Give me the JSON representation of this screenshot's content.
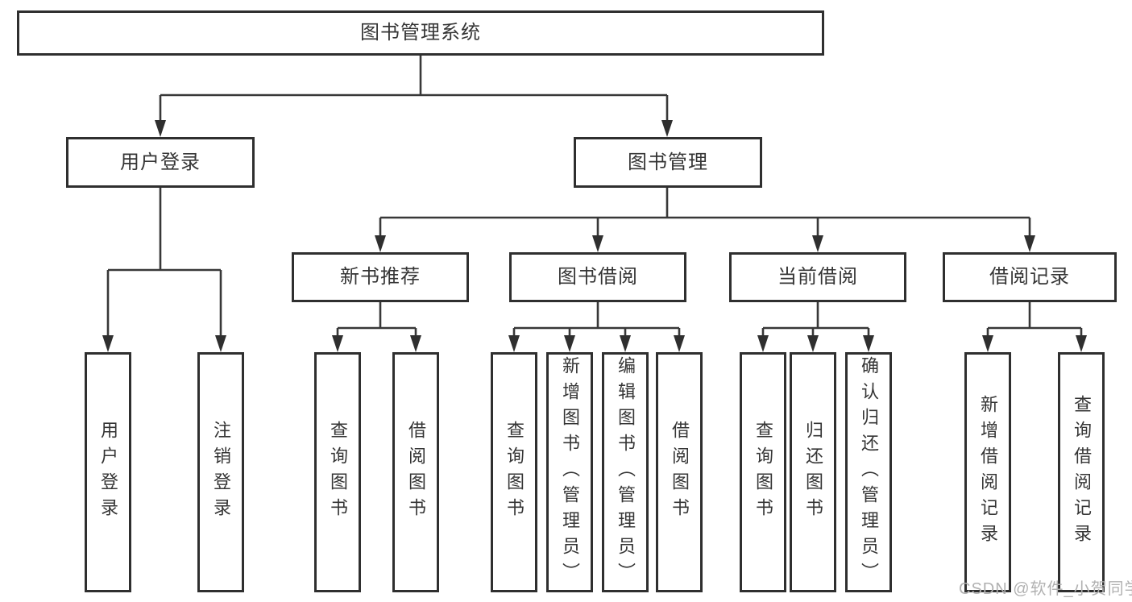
{
  "diagram": {
    "root": {
      "label": "图书管理系统"
    },
    "level2": [
      {
        "id": "user-login",
        "label": "用户登录"
      },
      {
        "id": "book-management",
        "label": "图书管理"
      }
    ],
    "level3": [
      {
        "id": "new-book-recommend",
        "label": "新书推荐"
      },
      {
        "id": "book-borrow",
        "label": "图书借阅"
      },
      {
        "id": "current-borrow",
        "label": "当前借阅"
      },
      {
        "id": "borrow-record",
        "label": "借阅记录"
      }
    ],
    "leaves": {
      "user_login": [
        "用户登录",
        "注销登录"
      ],
      "new_book_recommend": [
        "查询图书",
        "借阅图书"
      ],
      "book_borrow": [
        "查询图书",
        "新增图书（管理员）",
        "编辑图书（管理员）",
        "借阅图书"
      ],
      "current_borrow": [
        "查询图书",
        "归还图书",
        "确认归还（管理员）"
      ],
      "borrow_record": [
        "新增借阅记录",
        "查询借阅记录"
      ]
    }
  },
  "watermark": "CSDN @软件_小贺同学",
  "colors": {
    "line": "#383838",
    "box_border": "#2f2f2f",
    "text": "#353535",
    "watermark_text": "#b1b1b1",
    "background": "#ffffff"
  }
}
